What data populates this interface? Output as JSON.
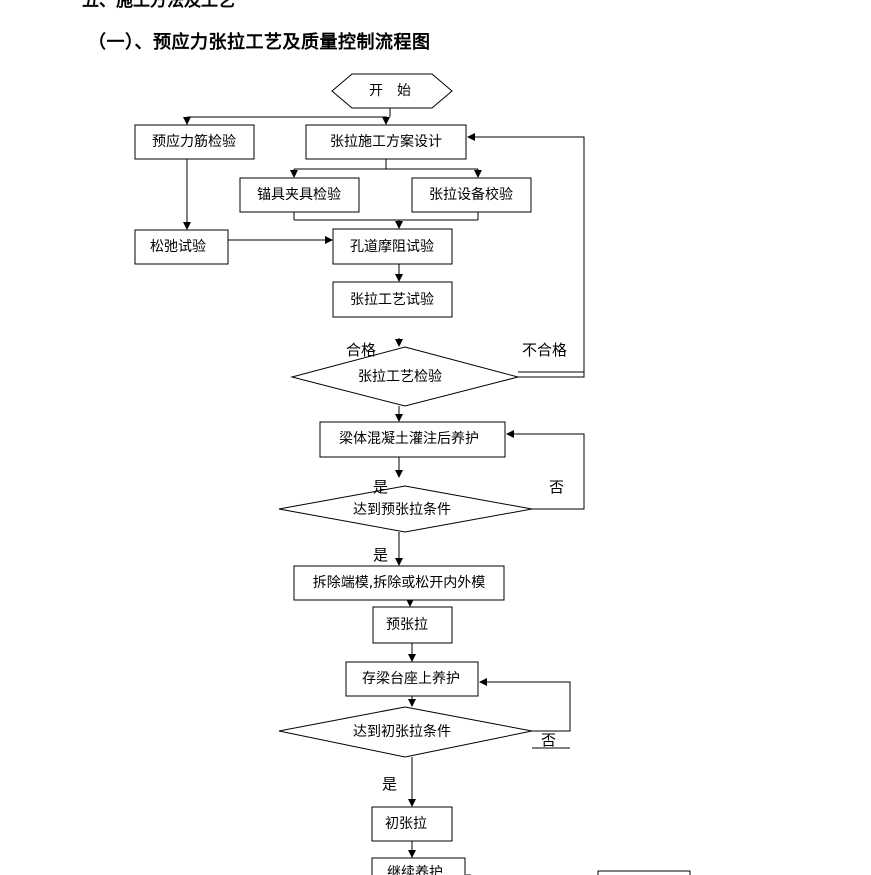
{
  "cut_heading": "五、施工方法及工艺",
  "title": "（一）、预应力张拉工艺及质量控制流程图",
  "nodes": {
    "start": "开　始",
    "strand_inspection": "预应力筋检验",
    "design": "张拉施工方案设计",
    "anchor_test": "锚具夹具检验",
    "equip_calib": "张拉设备校验",
    "relax_test": "松弛试验",
    "friction_test": "孔道摩阻试验",
    "process_test": "张拉工艺试验",
    "process_check": "张拉工艺检验",
    "curing": "梁体混凝土灌注后养护",
    "pre_cond": "达到预张拉条件",
    "remove_molds": "拆除端模,拆除或松开内外模",
    "pre_tension": "预张拉",
    "store_cure": "存梁台座上养护",
    "init_cond": "达到初张拉条件",
    "init_tension": "初张拉",
    "continue_cure": "继续养护"
  },
  "labels": {
    "pass": "合格",
    "fail": "不合格",
    "yes1": "是",
    "no1": "否",
    "yes2": "是",
    "no2": "否",
    "yes3": "是"
  }
}
